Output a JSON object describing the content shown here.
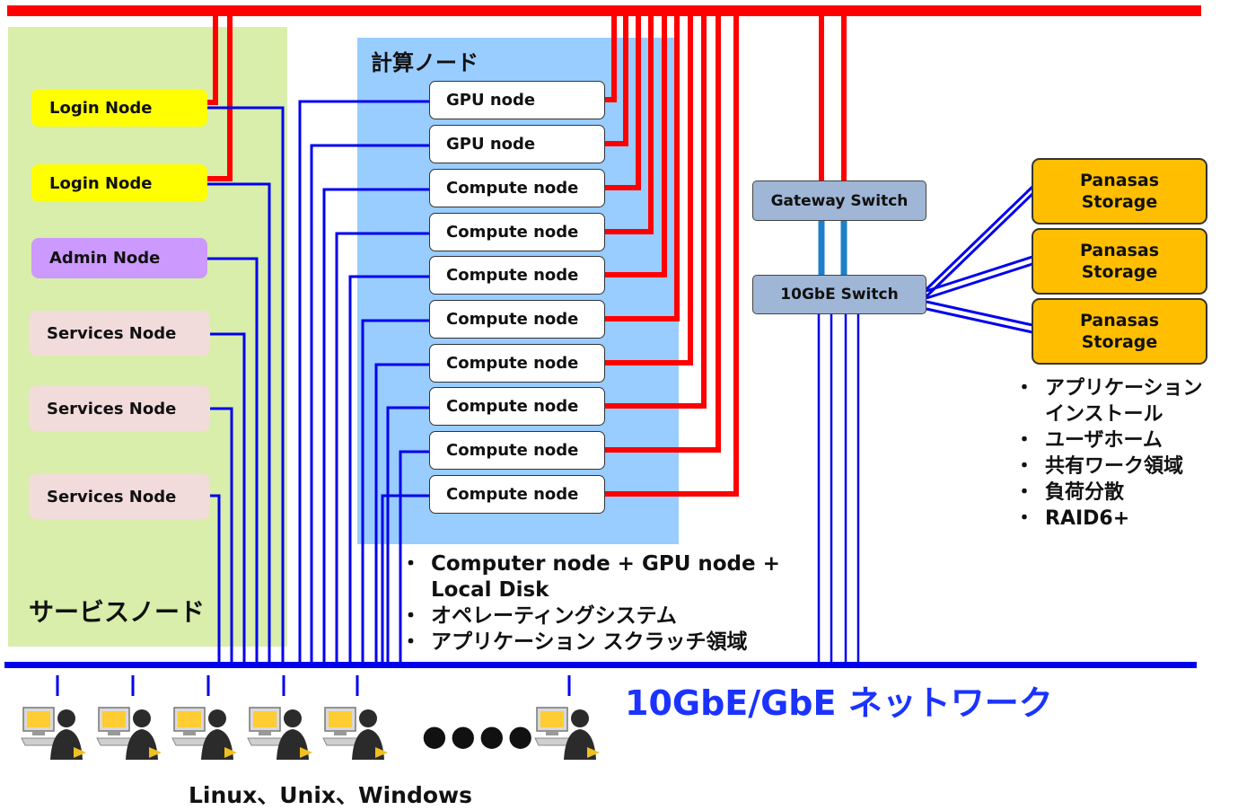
{
  "service_region": {
    "title": "サービスノード"
  },
  "compute_region": {
    "title": "計算ノード"
  },
  "service_nodes": [
    {
      "label": "Login Node",
      "color": "#ffff00"
    },
    {
      "label": "Login Node",
      "color": "#ffff00"
    },
    {
      "label": "Admin Node",
      "color": "#cc99ff"
    },
    {
      "label": "Services Node",
      "color": "#f2dcdb"
    },
    {
      "label": "Services Node",
      "color": "#f2dcdb"
    },
    {
      "label": "Services Node",
      "color": "#f2dcdb"
    }
  ],
  "compute_nodes": [
    "GPU node",
    "GPU node",
    "Compute node",
    "Compute node",
    "Compute node",
    "Compute node",
    "Compute node",
    "Compute node",
    "Compute node",
    "Compute node"
  ],
  "switches": {
    "gateway": "Gateway Switch",
    "tengbe": "10GbE Switch"
  },
  "storage": [
    {
      "line1": "Panasas",
      "line2": "Storage"
    },
    {
      "line1": "Panasas",
      "line2": "Storage"
    },
    {
      "line1": "Panasas",
      "line2": "Storage"
    }
  ],
  "storage_bullets": [
    "アプリケーション",
    "インストール",
    "ユーザホーム",
    "共有ワーク領域",
    "負荷分散",
    "RAID6+"
  ],
  "compute_bullets": [
    "Computer node + GPU node  +",
    "Local Disk",
    "オペレーティングシステム",
    "アプリケーション スクラッチ領域"
  ],
  "bullet_char": "・",
  "network_label": "10GbE/GbE ネットワーク",
  "ellipsis": "●●●●",
  "os_label": "Linux、Unix、Windows",
  "colors": {
    "service_bg": "#d8eeaa",
    "compute_bg": "#99ccff",
    "red_wire": "#ff0000",
    "blue_wire": "#0000ee",
    "switch_link": "#1f7fc8"
  }
}
